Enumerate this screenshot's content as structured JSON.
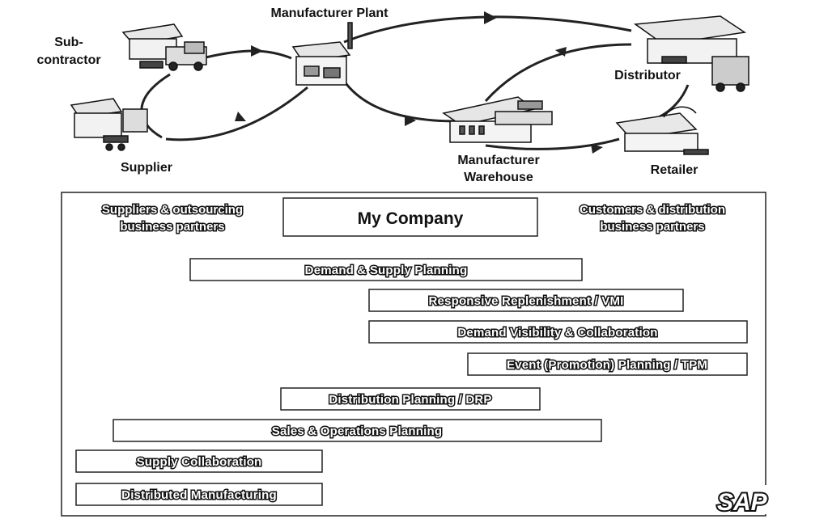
{
  "network": {
    "nodes": {
      "subcontractor": [
        "Sub-",
        "contractor"
      ],
      "manufacturer_plant": "Manufacturer Plant",
      "supplier": "Supplier",
      "distributor": "Distributor",
      "manufacturer_warehouse": [
        "Manufacturer",
        "Warehouse"
      ],
      "retailer": "Retailer"
    }
  },
  "partners": {
    "suppliers": [
      "Suppliers & outsourcing",
      "business partners"
    ],
    "company": "My Company",
    "customers": [
      "Customers & distribution",
      "business partners"
    ]
  },
  "processes": [
    "Demand & Supply Planning",
    "Responsive Replenishment / VMI",
    "Demand Visibility & Collaboration",
    "Event (Promotion) Planning / TPM",
    "Distribution Planning / DRP",
    "Sales & Operations Planning",
    "Supply Collaboration",
    "Distributed Manufacturing"
  ],
  "logo": "SAP"
}
